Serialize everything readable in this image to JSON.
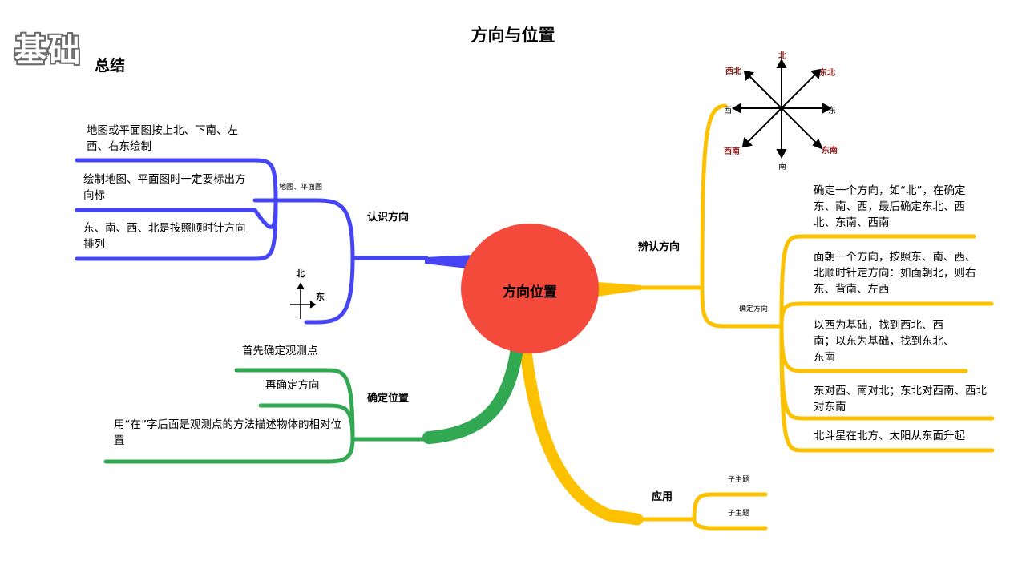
{
  "title": "方向与位置",
  "brand": "基础",
  "subtitle": "总结",
  "center": "方向位置",
  "colors": {
    "center": "#f44a3c",
    "blue": "#4545f5",
    "yellow": "#fcc101",
    "green": "#33a853"
  },
  "branches": {
    "recognize": {
      "label": "认识方向",
      "sub_label": "地图、平面图",
      "leaves": [
        "地图或平面图按上北、下南、左西、右东绘制",
        "绘制地图、平面图时一定要标出方向标",
        "东、南、西、北是按照顺时针方向排列"
      ],
      "mini_compass": {
        "north": "北",
        "east": "东"
      }
    },
    "identify": {
      "label": "辨认方向",
      "compass_node": "西",
      "compass": {
        "north": "北",
        "south": "南",
        "west": "西",
        "east": "东",
        "northwest": "西北",
        "northeast": "东北",
        "southwest": "西南",
        "southeast": "东南"
      },
      "sub_label": "确定方向",
      "leaves": [
        "确定一个方向，如“北”，在确定东、南、西，最后确定东北、西北、东南、西南",
        "面朝一个方向，按照东、南、西、北顺时针定方向：如面朝北，则右东、背南、左西",
        "以西为基础，找到西北、西南；以东为基础，找到东北、东南",
        "东对西、南对北；东北对西南、西北对东南",
        "北斗星在北方、太阳从东面升起"
      ]
    },
    "position": {
      "label": "确定位置",
      "leaves": [
        "首先确定观测点",
        "再确定方向",
        "用“在”字后面是观测点的方法描述物体的相对位置"
      ]
    },
    "apply": {
      "label": "应用",
      "leaves": [
        "子主题",
        "子主题"
      ]
    }
  }
}
